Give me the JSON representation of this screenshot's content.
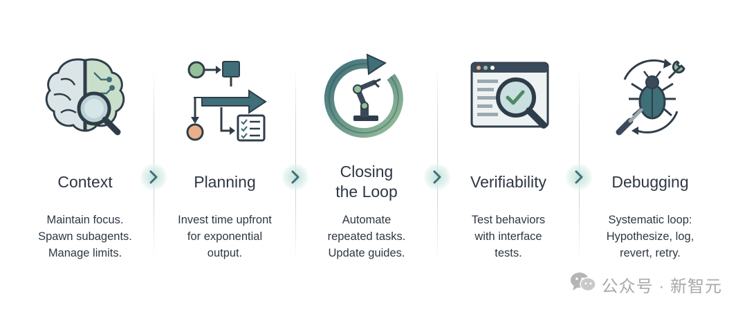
{
  "steps": [
    {
      "title": "Context",
      "icon": "brain-magnifier-icon",
      "lines": [
        "Maintain focus.",
        "Spawn subagents.",
        "Manage limits."
      ]
    },
    {
      "title": "Planning",
      "icon": "flowchart-checklist-icon",
      "lines": [
        "Invest time upfront",
        "for exponential",
        "output."
      ]
    },
    {
      "title": "Closing\nthe Loop",
      "icon": "robot-arm-loop-icon",
      "lines": [
        "Automate",
        "repeated tasks.",
        "Update guides."
      ]
    },
    {
      "title": "Verifiability",
      "icon": "browser-check-magnifier-icon",
      "lines": [
        "Test behaviors",
        "with interface",
        "tests."
      ]
    },
    {
      "title": "Debugging",
      "icon": "bug-wrench-icon",
      "lines": [
        "Systematic loop:",
        "Hypothesize, log,",
        "revert, retry."
      ]
    }
  ],
  "watermark": {
    "text": "公众号 · 新智元",
    "icon": "wechat-icon"
  },
  "colors": {
    "teal": "#3f6f79",
    "slate": "#3b4a5a",
    "green": "#93bf99",
    "peach": "#e7b08a"
  }
}
